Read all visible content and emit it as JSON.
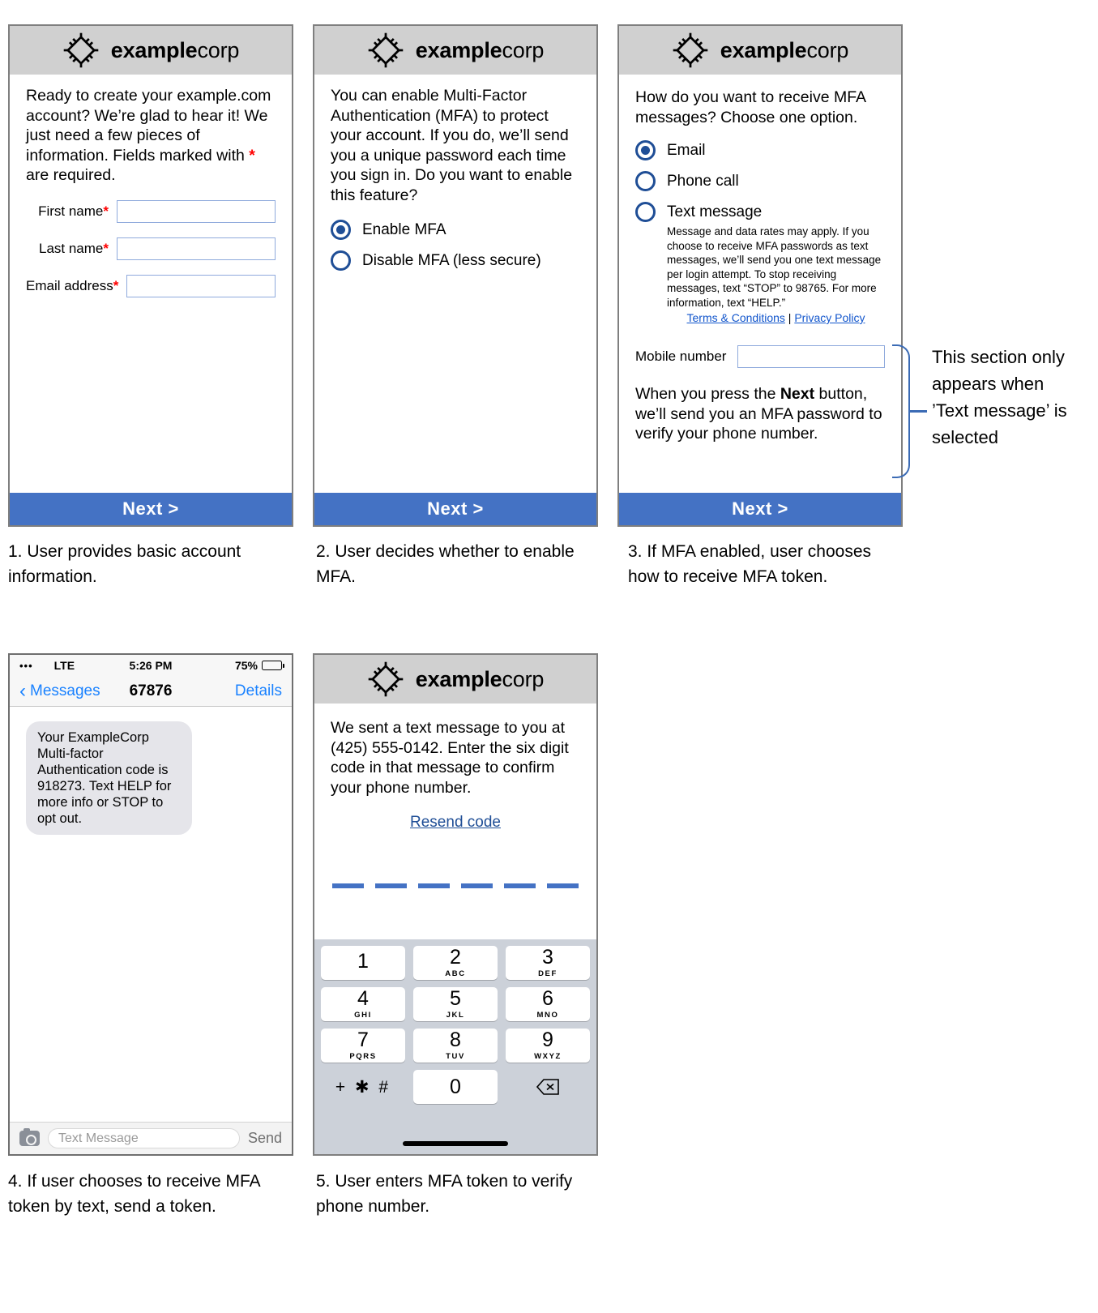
{
  "brand": {
    "bold": "example",
    "light": "corp",
    "logo_icon": "chip-diamond-logo"
  },
  "panel1": {
    "intro_a": "Ready to create your example.com account? We’re glad to hear it! We just need a few pieces of information. Fields marked with ",
    "intro_star": "*",
    "intro_b": " are required.",
    "fields": [
      {
        "label": "First name",
        "required": "*",
        "value": ""
      },
      {
        "label": "Last name",
        "required": "*",
        "value": ""
      },
      {
        "label": "Email address",
        "required": "*",
        "value": ""
      }
    ],
    "next_label": "Next >",
    "caption": "1. User provides basic account information."
  },
  "panel2": {
    "intro": "You can enable Multi-Factor Authentication (MFA) to protect your account. If you do, we’ll send you a unique password each time you sign in. Do you want to enable this feature?",
    "options": [
      {
        "label": "Enable MFA",
        "selected": true
      },
      {
        "label": "Disable MFA (less secure)",
        "selected": false
      }
    ],
    "next_label": "Next >",
    "caption": "2. User decides whether to enable MFA."
  },
  "panel3": {
    "intro": "How do you want to receive MFA messages? Choose one option.",
    "options": [
      {
        "label": "Email",
        "selected": true
      },
      {
        "label": "Phone call",
        "selected": false
      },
      {
        "label": "Text message",
        "selected": false
      }
    ],
    "fineprint": "Message and data rates may apply. If you choose to receive MFA passwords as text messages, we’ll send you one text message per login attempt. To stop receiving messages, text “STOP” to 98765. For more information, text “HELP.”",
    "terms_link": "Terms & Conditions",
    "legal_separator": "|",
    "privacy_link": "Privacy Policy",
    "mobile_label": "Mobile number",
    "mobile_value": "",
    "note_a": "When you press the ",
    "note_bold": "Next",
    "note_b": " button, we’ll send you an MFA password to verify your phone number.",
    "next_label": "Next >",
    "caption": "3. If MFA enabled, user chooses how to receive MFA token.",
    "annotation": "This section only appears when ’Text message’ is selected"
  },
  "panel4": {
    "status": {
      "signal_icon": "signal-dots-icon",
      "signal_dots": "•••",
      "network": "LTE",
      "time": "5:26 PM",
      "battery_pct": "75%",
      "battery_icon": "battery-icon"
    },
    "nav": {
      "back_icon": "chevron-left-icon",
      "back_label": "Messages",
      "title": "67876",
      "details_label": "Details"
    },
    "message": "Your ExampleCorp Multi-factor Authentication code is 918273. Text HELP for more info or STOP to opt out.",
    "inputbar": {
      "camera_icon": "camera-icon",
      "placeholder": "Text Message",
      "send_label": "Send"
    },
    "caption": "4. If user chooses to receive MFA token by text, send a token."
  },
  "panel5": {
    "intro": "We sent a text message to you at (425) 555-0142. Enter the six digit code in that message to confirm your phone number.",
    "resend_label": "Resend code",
    "code_slots": 6,
    "keypad": [
      [
        {
          "num": "1",
          "sub": ""
        },
        {
          "num": "2",
          "sub": "ABC"
        },
        {
          "num": "3",
          "sub": "DEF"
        }
      ],
      [
        {
          "num": "4",
          "sub": "GHI"
        },
        {
          "num": "5",
          "sub": "JKL"
        },
        {
          "num": "6",
          "sub": "MNO"
        }
      ],
      [
        {
          "num": "7",
          "sub": "PQRS"
        },
        {
          "num": "8",
          "sub": "TUV"
        },
        {
          "num": "9",
          "sub": "WXYZ"
        }
      ]
    ],
    "key_symbols": "+ ✱ #",
    "key_zero": "0",
    "key_backspace_icon": "backspace-icon",
    "home_indicator": "home-indicator",
    "caption": "5. User enters MFA token to verify phone number."
  },
  "colors": {
    "accent_blue": "#4472c4",
    "radio_blue": "#1f4e96",
    "link_blue": "#1155cc",
    "brandbar_gray": "#d0d0d0",
    "required_red": "#ff0000",
    "ios_blue": "#1a82ff",
    "keypad_gray": "#ccd1d9"
  }
}
